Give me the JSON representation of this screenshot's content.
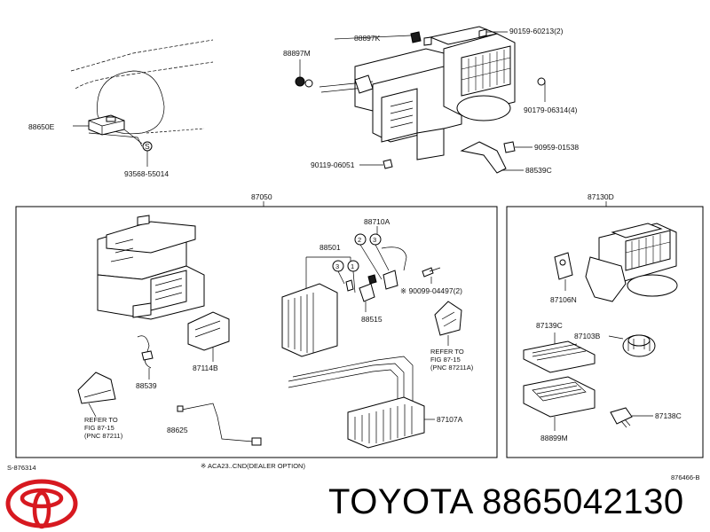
{
  "labels": {
    "top": {
      "p88897K": "88897K",
      "p90159": "90159-60213(2)",
      "p88897M": "88897M",
      "p90179": "90179-06314(4)",
      "p88650E": "88650E",
      "p93568": "93568-55014",
      "p90959": "90959-01538",
      "p90119": "90119-06051",
      "p88539C": "88539C"
    },
    "left_box": {
      "header": "87050",
      "p88710A": "88710A",
      "p88501": "88501",
      "p90099": "※ 90099-04497(2)",
      "p88515": "88515",
      "p88539": "88539",
      "p87114B": "87114B",
      "p88625": "88625",
      "p87107A": "87107A",
      "refer_left": [
        "REFER TO",
        "FIG 87-15",
        "(PNC 87211)"
      ],
      "refer_right": [
        "REFER TO",
        "FIG 87-15",
        "(PNC 87211A)"
      ]
    },
    "right_box": {
      "header": "87130D",
      "p87106N": "87106N",
      "p87139C": "87139C",
      "p87103B": "87103B",
      "p87138C": "87138C",
      "p88899M": "88899M"
    },
    "bottom": {
      "code_left": "S-876314",
      "note": "※ ACA23..CND(DEALER OPTION)",
      "code_right": "876466-B"
    },
    "callouts": {
      "c1": "1",
      "c2": "2",
      "c3": "3",
      "c3b": "3"
    },
    "callout_s": "S"
  },
  "footer": {
    "title": "TOYOTA 8865042130"
  },
  "brand_logo": "toyota-logo"
}
